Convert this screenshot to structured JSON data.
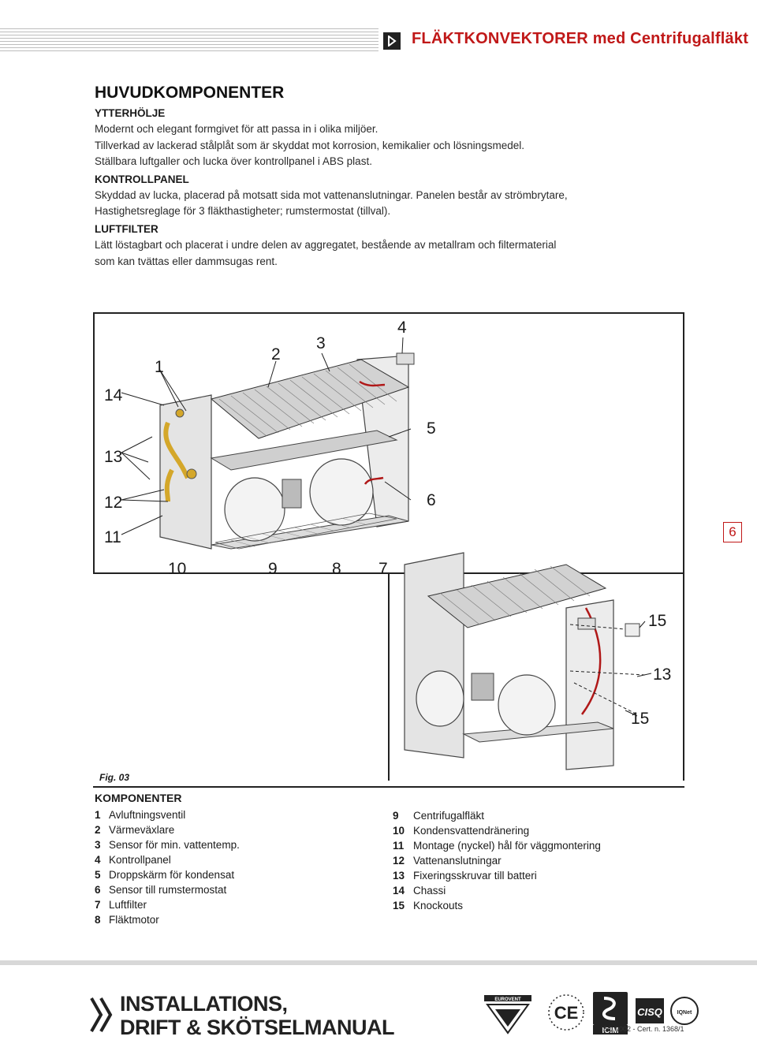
{
  "header": {
    "title": "FLÄKTKONVEKTORER med Centrifugalfläkt",
    "accent_color": "#c01818",
    "icon": "chevron-box-icon"
  },
  "main": {
    "title": "HUVUDKOMPONENTER",
    "sections": [
      {
        "heading": "YTTERHÖLJE",
        "lines": [
          "Modernt och elegant formgivet för att passa in i olika miljöer.",
          "Tillverkad av lackerad stålplåt som är skyddat mot korrosion, kemikalier och lösningsmedel.",
          "Ställbara luftgaller och lucka över kontrollpanel i ABS plast."
        ]
      },
      {
        "heading": "KONTROLLPANEL",
        "lines": [
          "Skyddad av lucka, placerad på motsatt sida mot vattenanslutningar. Panelen består av strömbrytare,",
          "Hastighetsreglage för 3 fläkthastigheter; rumstermostat (tillval)."
        ]
      },
      {
        "heading": "LUFTFILTER",
        "lines": [
          "Lätt löstagbart och placerat i undre delen av aggregatet, bestående av metallram och filtermaterial",
          "som kan tvättas eller dammsugas rent."
        ]
      }
    ]
  },
  "figure": {
    "caption": "Fig. 03",
    "callouts": [
      "1",
      "2",
      "3",
      "4",
      "5",
      "6",
      "7",
      "8",
      "9",
      "10",
      "11",
      "12",
      "13",
      "14",
      "15",
      "13",
      "15"
    ]
  },
  "page_number": "6",
  "components": {
    "title": "KOMPONENTER",
    "left": [
      {
        "num": "1",
        "label": "Avluftningsventil"
      },
      {
        "num": "2",
        "label": "Värmeväxlare"
      },
      {
        "num": "3",
        "label": "Sensor för min. vattentemp."
      },
      {
        "num": "4",
        "label": "Kontrollpanel"
      },
      {
        "num": "5",
        "label": "Droppskärm för kondensat"
      },
      {
        "num": "6",
        "label": "Sensor till rumstermostat"
      },
      {
        "num": "7",
        "label": "Luftfilter"
      },
      {
        "num": "8",
        "label": "Fläktmotor"
      }
    ],
    "right": [
      {
        "num": "9",
        "label": "Centrifugalfläkt"
      },
      {
        "num": "10",
        "label": "Kondensvattendränering"
      },
      {
        "num": "11",
        "label": "Montage (nyckel) hål för väggmontering"
      },
      {
        "num": "12",
        "label": "Vattenanslutningar"
      },
      {
        "num": "13",
        "label": "Fixeringsskruvar till batteri"
      },
      {
        "num": "14",
        "label": "Chassi"
      },
      {
        "num": "15",
        "label": "Knockouts"
      }
    ]
  },
  "footer": {
    "title_line1": "INSTALLATIONS,",
    "title_line2": "DRIFT & SKÖTSELMANUAL",
    "logos": [
      "EUROVENT",
      "CE",
      "ICIM",
      "CISQ",
      "IQNet"
    ],
    "certification": "ISO 9002 - Cert. n. 1368/1"
  }
}
